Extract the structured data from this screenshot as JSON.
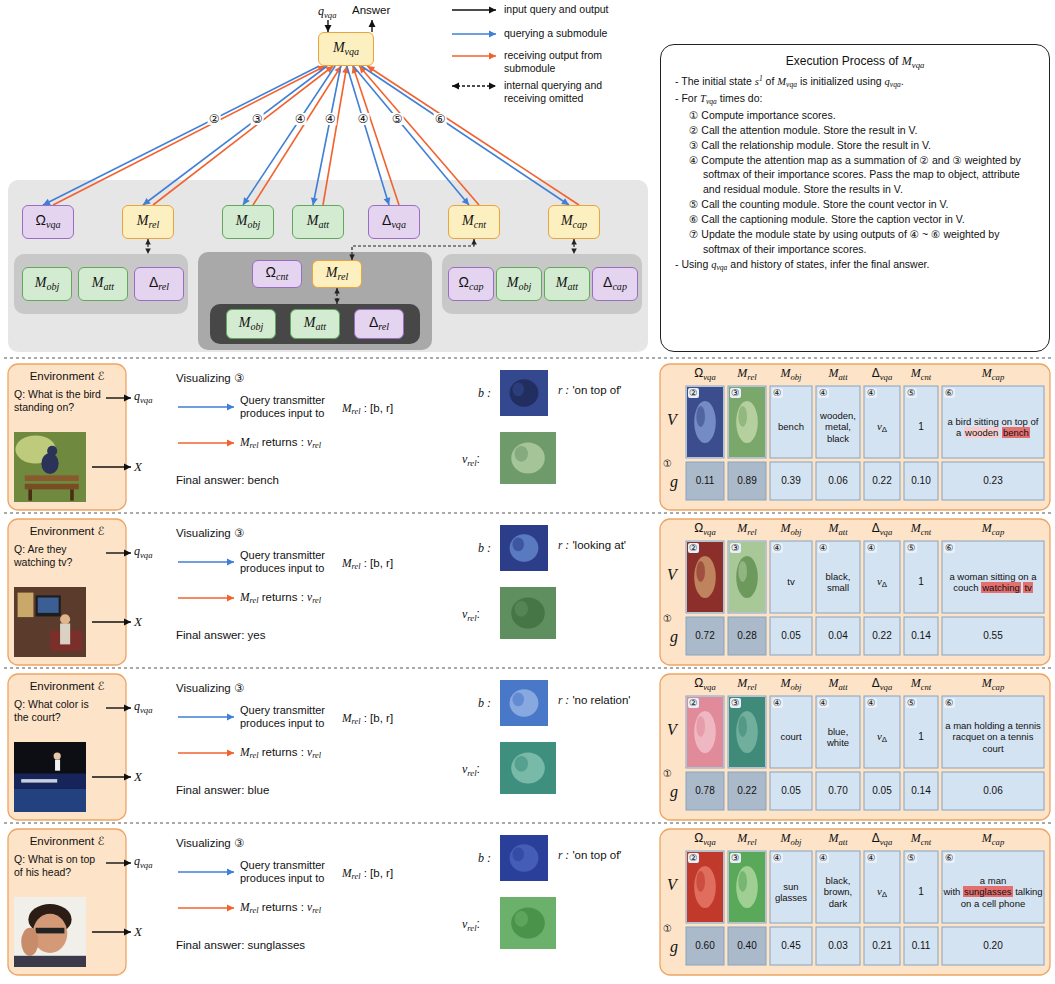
{
  "diagram": {
    "nodes": [
      {
        "text": [
          "M",
          "vqa"
        ]
      },
      {
        "text": [
          "Execution Process of",
          "M",
          "vqa",
          "- The initial state",
          "s",
          "1",
          "of",
          "M",
          "vqa",
          "is initialized using",
          "q",
          "vqa",
          ".",
          "- For",
          "T",
          "vqa",
          "times do:",
          "① Compute importance scores.",
          "② Call the attention module. Store the result in V.",
          "③ Call the relationship module. Store the result in V.",
          "④ Compute the attention map as a summation of ② and ③ weighted by softmax of their importance scores. Pass the map to object, attribute and residual module. Store the results in V.",
          "⑤ Call the counting module. Store the count vector in V.",
          "⑥ Call the captioning module. Store the caption vector in V.",
          "⑦ Update the module state by using outputs of ④ ~ ⑥ weighted by softmax of their importance scores.",
          "- Using",
          "q",
          "vqa",
          "and history of states, infer the final answer."
        ]
      },
      {
        "text": []
      },
      {
        "text": [
          "Ω",
          "vqa"
        ],
        "in": 2
      },
      {
        "text": [
          "M",
          "rel"
        ],
        "in": 2
      },
      {
        "text": [
          "M",
          "obj"
        ],
        "in": 2
      },
      {
        "text": [
          "M",
          "att"
        ],
        "in": 2
      },
      {
        "text": [
          "Δ",
          "vqa"
        ],
        "in": 2
      },
      {
        "text": [
          "M",
          "cnt"
        ],
        "in": 2
      },
      {
        "text": [
          "M",
          "cap"
        ],
        "in": 2
      },
      {
        "text": [],
        "in": 2
      },
      {
        "text": [
          "M",
          "obj"
        ],
        "in": 10
      },
      {
        "text": [
          "M",
          "att"
        ],
        "in": 10
      },
      {
        "text": [
          "Δ",
          "rel"
        ],
        "in": 10
      },
      {
        "text": [],
        "in": 2
      },
      {
        "text": [
          "Ω",
          "cnt"
        ],
        "in": 14
      },
      {
        "text": [
          "M",
          "rel"
        ],
        "in": 14
      },
      {
        "text": [],
        "in": 14
      },
      {
        "text": [
          "M",
          "obj"
        ],
        "in": 17
      },
      {
        "text": [
          "M",
          "att"
        ],
        "in": 17
      },
      {
        "text": [
          "Δ",
          "rel"
        ],
        "in": 17
      },
      {
        "text": [],
        "in": 2
      },
      {
        "text": [
          "Ω",
          "cap"
        ],
        "in": 21
      },
      {
        "text": [
          "M",
          "obj"
        ],
        "in": 21
      },
      {
        "text": [
          "M",
          "att"
        ],
        "in": 21
      },
      {
        "text": [
          "Δ",
          "cap"
        ],
        "in": 21
      },
      {
        "text": [
          "Environment ℰ",
          "Q: What is the bird standing on?"
        ]
      },
      {
        "text": [
          "Environment ℰ",
          "Q: Are they watching tv?"
        ]
      },
      {
        "text": [
          "Environment ℰ",
          "Q: What color is the court?"
        ]
      },
      {
        "text": [
          "Environment ℰ",
          "Q: What is on top of his head?"
        ]
      }
    ],
    "edges": [
      {
        "from": 0,
        "to": 3,
        "arrow": "to",
        "label": "②"
      },
      {
        "from": 3,
        "to": 0,
        "arrow": "to"
      },
      {
        "from": 0,
        "to": 4,
        "arrow": "to",
        "label": "③"
      },
      {
        "from": 4,
        "to": 0,
        "arrow": "to"
      },
      {
        "from": 0,
        "to": 5,
        "arrow": "to",
        "label": "④"
      },
      {
        "from": 5,
        "to": 0,
        "arrow": "to"
      },
      {
        "from": 0,
        "to": 6,
        "arrow": "to",
        "label": "④"
      },
      {
        "from": 6,
        "to": 0,
        "arrow": "to"
      },
      {
        "from": 0,
        "to": 7,
        "arrow": "to",
        "label": "④"
      },
      {
        "from": 7,
        "to": 0,
        "arrow": "to"
      },
      {
        "from": 0,
        "to": 8,
        "arrow": "to",
        "label": "⑤"
      },
      {
        "from": 8,
        "to": 0,
        "arrow": "to"
      },
      {
        "from": 0,
        "to": 9,
        "arrow": "to",
        "label": "⑥"
      },
      {
        "from": 9,
        "to": 0,
        "arrow": "to"
      },
      {
        "from": 4,
        "to": 10,
        "arrow": "both"
      },
      {
        "from": 8,
        "to": 16,
        "arrow": "both"
      },
      {
        "from": 16,
        "to": 17,
        "arrow": "both"
      },
      {
        "from": 9,
        "to": 21,
        "arrow": "both"
      }
    ],
    "labels": [
      "q",
      "vqa",
      "Answer",
      "Visualizing ③",
      "Query transmitter produces input to",
      "M",
      "rel",
      ": [b, r]",
      "M",
      "rel",
      "returns :",
      "v",
      "rel",
      "Final answer: bench",
      "b :",
      "r :",
      "'on top of'",
      "v",
      "rel",
      ":",
      "q",
      "vqa",
      "X",
      "V",
      "①",
      "g",
      "Ω",
      "vqa",
      "M",
      "rel",
      "M",
      "obj",
      "M",
      "att",
      "Δ",
      "vqa",
      "M",
      "cnt",
      "M",
      "cap",
      "②",
      "③",
      "④",
      "④",
      "④",
      "⑤",
      "⑥",
      "bench",
      "wooden, metal, black",
      "v",
      "Δ",
      "1",
      "a bird sitting on top of a",
      "wooden",
      "bench",
      "0.11",
      "0.89",
      "0.39",
      "0.06",
      "0.22",
      "0.10",
      "0.23",
      "Visualizing ③",
      "Query transmitter produces input to",
      "M",
      "rel",
      ": [b, r]",
      "M",
      "rel",
      "returns :",
      "v",
      "rel",
      "Final answer: yes",
      "b :",
      "r :",
      "'looking at'",
      "v",
      "rel",
      ":",
      "q",
      "vqa",
      "X",
      "V",
      "①",
      "g",
      "Ω",
      "vqa",
      "M",
      "rel",
      "M",
      "obj",
      "M",
      "att",
      "Δ",
      "vqa",
      "M",
      "cnt",
      "M",
      "cap",
      "②",
      "③",
      "④",
      "④",
      "④",
      "⑤",
      "⑥",
      "tv",
      "black, small",
      "v",
      "Δ",
      "1",
      "a woman sitting on a couch",
      "watching",
      "tv",
      "0.72",
      "0.28",
      "0.05",
      "0.04",
      "0.22",
      "0.14",
      "0.55",
      "Visualizing ③",
      "Query transmitter produces input to",
      "M",
      "rel",
      ": [b, r]",
      "M",
      "rel",
      "returns :",
      "v",
      "rel",
      "Final answer: blue",
      "b :",
      "r :",
      "'no relation'",
      "v",
      "rel",
      ":",
      "q",
      "vqa",
      "X",
      "V",
      "①",
      "g",
      "Ω",
      "vqa",
      "M",
      "rel",
      "M",
      "obj",
      "M",
      "att",
      "Δ",
      "vqa",
      "M",
      "cnt",
      "M",
      "cap",
      "②",
      "③",
      "④",
      "④",
      "④",
      "⑤",
      "⑥",
      "court",
      "blue, white",
      "v",
      "Δ",
      "1",
      "a man holding a tennis racquet on a tennis court",
      "0.78",
      "0.22",
      "0.05",
      "0.70",
      "0.05",
      "0.14",
      "0.06",
      "Visualizing ③",
      "Query transmitter produces input to",
      "M",
      "rel",
      ": [b, r]",
      "M",
      "rel",
      "returns :",
      "v",
      "rel",
      "Final answer: sunglasses",
      "b :",
      "r :",
      "'on top of'",
      "v",
      "rel",
      ":",
      "q",
      "vqa",
      "X",
      "V",
      "①",
      "g",
      "Ω",
      "vqa",
      "M",
      "rel",
      "M",
      "obj",
      "M",
      "att",
      "Δ",
      "vqa",
      "M",
      "cnt",
      "M",
      "cap",
      "②",
      "③",
      "④",
      "④",
      "④",
      "⑤",
      "⑥",
      "sun glasses",
      "black, brown, dark",
      "v",
      "Δ",
      "1",
      "a man with",
      "sunglasses",
      "talking on a cell phone",
      "0.60",
      "0.40",
      "0.45",
      "0.03",
      "0.21",
      "0.11",
      "0.20"
    ],
    "legend": [
      {
        "text": "input query and output"
      },
      {
        "text": "querying a submodule"
      },
      {
        "text": "receiving output from submodule"
      },
      {
        "text": "internal querying and receiving omitted"
      }
    ]
  }
}
